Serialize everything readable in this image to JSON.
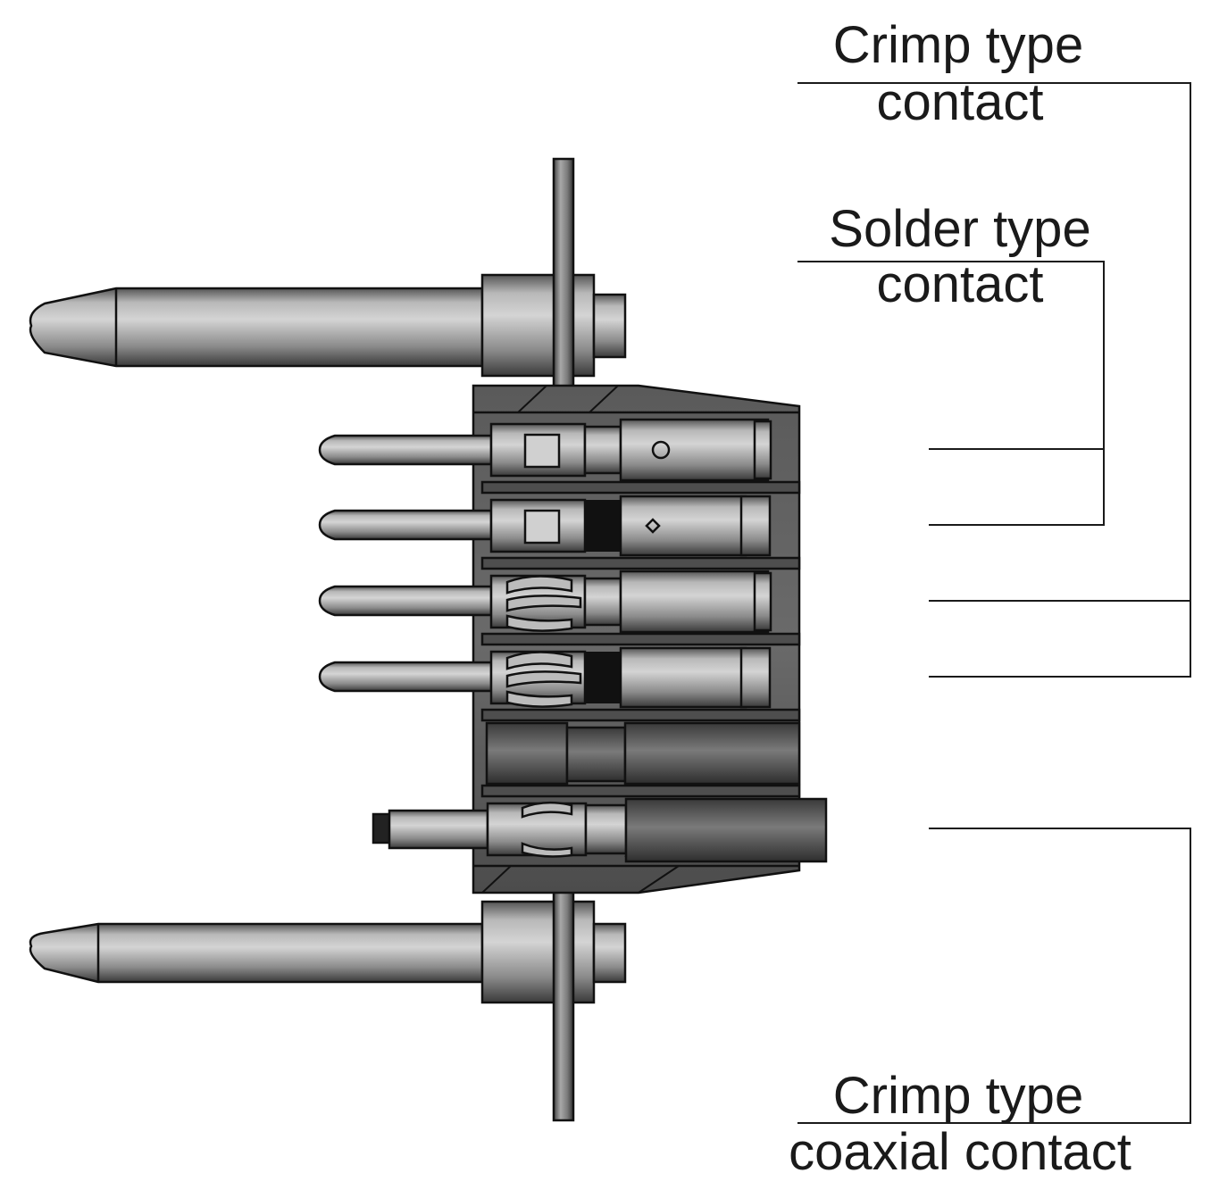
{
  "labels": {
    "crimp_contact": {
      "line1": "Crimp type",
      "line2": "contact"
    },
    "solder_contact": {
      "line1": "Solder type",
      "line2": "contact"
    },
    "coaxial_contact": {
      "line1": "Crimp type",
      "line2": "coaxial contact"
    }
  }
}
